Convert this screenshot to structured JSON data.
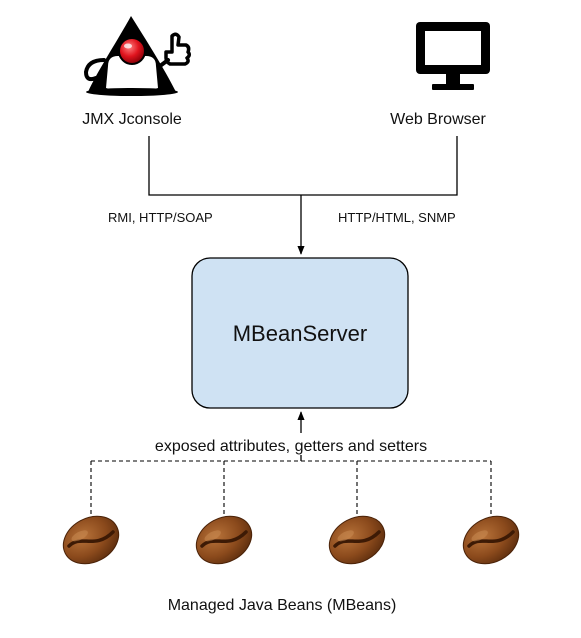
{
  "nodes": {
    "jconsole": {
      "label": "JMX Jconsole",
      "icon": "duke-mascot-icon"
    },
    "browser": {
      "label": "Web Browser",
      "icon": "monitor-icon"
    },
    "server": {
      "label": "MBeanServer",
      "fill": "#cfe2f3",
      "stroke": "#000000"
    }
  },
  "edges": {
    "jconsole_protocols": "RMI, HTTP/SOAP",
    "browser_protocols": "HTTP/HTML, SNMP",
    "exposed": "exposed attributes, getters and setters"
  },
  "beans": {
    "count": 4,
    "icon": "coffee-bean-icon",
    "caption": "Managed Java Beans (MBeans)",
    "color": "#8b4a1c"
  }
}
